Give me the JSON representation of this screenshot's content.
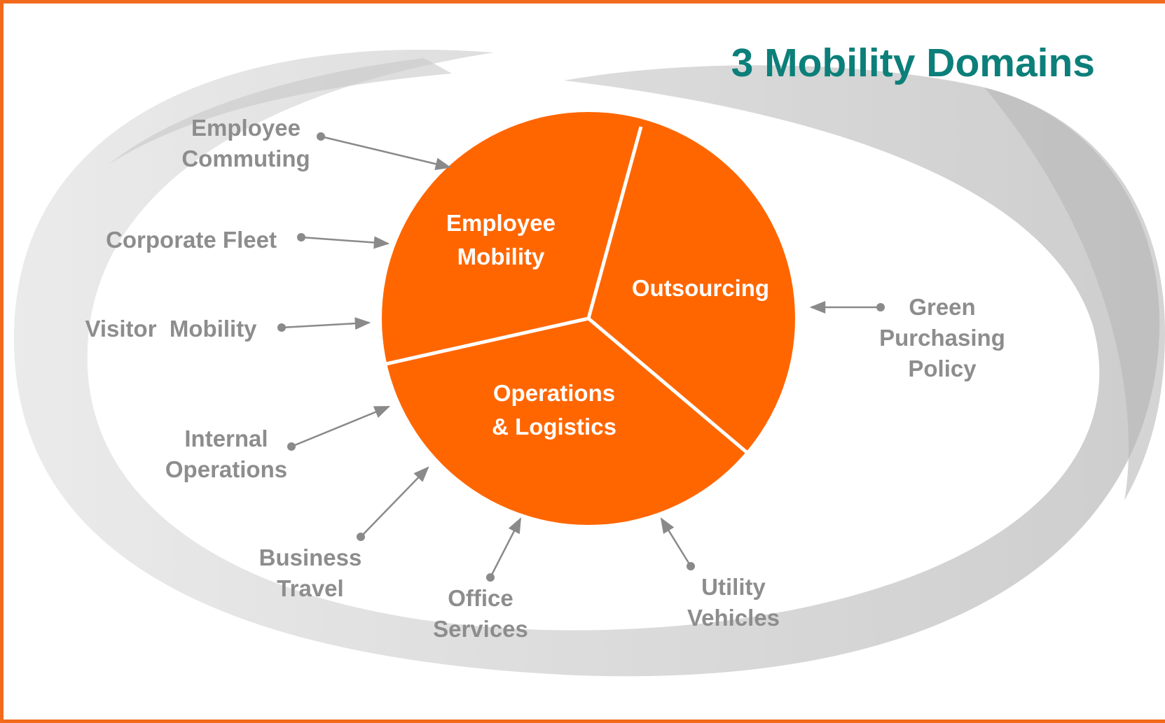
{
  "title": "3 Mobility Domains",
  "colors": {
    "border": "#f26a1b",
    "title": "#0c7f7a",
    "pie": "#ff6600",
    "label": "#8d8d8d",
    "swirl": "#d8d8d8"
  },
  "segments": [
    {
      "id": "employee-mobility",
      "lines": [
        "Employee",
        "Mobility"
      ]
    },
    {
      "id": "outsourcing",
      "lines": [
        "Outsourcing"
      ]
    },
    {
      "id": "operations-logistics",
      "lines": [
        "Operations",
        "& Logistics"
      ]
    }
  ],
  "labels": [
    {
      "id": "employee-commuting",
      "lines": [
        "Employee",
        "Commuting"
      ]
    },
    {
      "id": "corporate-fleet",
      "lines": [
        "Corporate Fleet"
      ]
    },
    {
      "id": "visitor-mobility",
      "lines": [
        "Visitor  Mobility"
      ]
    },
    {
      "id": "internal-operations",
      "lines": [
        "Internal",
        "Operations"
      ]
    },
    {
      "id": "business-travel",
      "lines": [
        "Business",
        "Travel"
      ]
    },
    {
      "id": "office-services",
      "lines": [
        "Office",
        "Services"
      ]
    },
    {
      "id": "utility-vehicles",
      "lines": [
        "Utility",
        "Vehicles"
      ]
    },
    {
      "id": "green-purchasing-policy",
      "lines": [
        "Green",
        "Purchasing",
        "Policy"
      ]
    }
  ]
}
